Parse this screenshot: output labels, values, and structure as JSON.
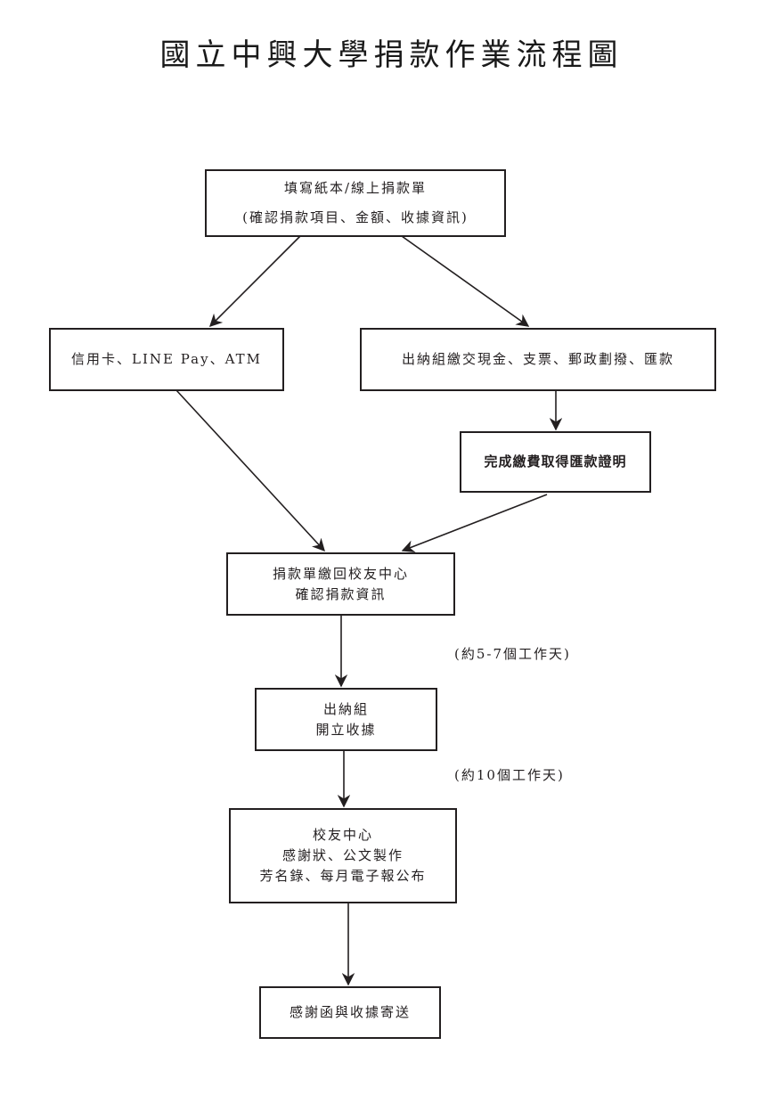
{
  "title": "國立中興大學捐款作業流程圖",
  "nodes": {
    "fill_form": {
      "lines": [
        "填寫紙本/線上捐款單",
        "(確認捐款項目、金額、收據資訊)"
      ]
    },
    "online_pay": {
      "lines": [
        "信用卡、LINE Pay、ATM"
      ]
    },
    "cashier_pay": {
      "lines": [
        "出納組繳交現金、支票、郵政劃撥、匯款"
      ]
    },
    "proof": {
      "lines": [
        "完成繳費取得匯款證明"
      ]
    },
    "return_form": {
      "lines": [
        "捐款單繳回校友中心",
        "確認捐款資訊"
      ]
    },
    "receipt": {
      "lines": [
        "出納組",
        "開立收據"
      ]
    },
    "alumni_center": {
      "lines": [
        "校友中心",
        "感謝狀、公文製作",
        "芳名錄、每月電子報公布"
      ]
    },
    "mail": {
      "lines": [
        "感謝函與收據寄送"
      ]
    }
  },
  "notes": {
    "duration_1": "(約5-7個工作天)",
    "duration_2": "(約10個工作天)"
  },
  "edges": [
    {
      "from": "fill_form",
      "to": "online_pay"
    },
    {
      "from": "fill_form",
      "to": "cashier_pay"
    },
    {
      "from": "cashier_pay",
      "to": "proof"
    },
    {
      "from": "online_pay",
      "to": "return_form"
    },
    {
      "from": "proof",
      "to": "return_form"
    },
    {
      "from": "return_form",
      "to": "receipt"
    },
    {
      "from": "receipt",
      "to": "alumni_center"
    },
    {
      "from": "alumni_center",
      "to": "mail"
    }
  ],
  "colors": {
    "line": "#231f20",
    "background": "#ffffff"
  }
}
